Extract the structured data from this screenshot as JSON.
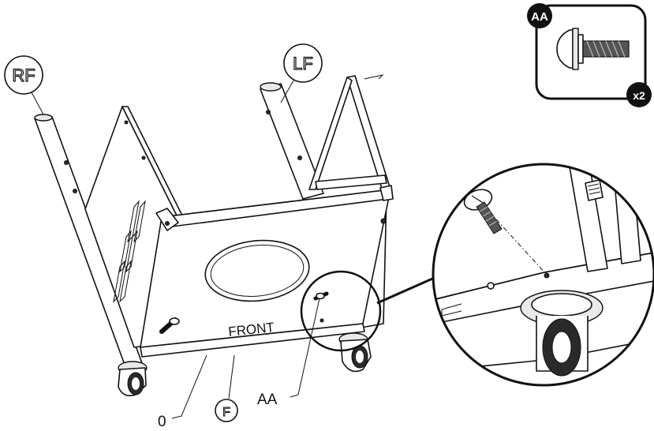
{
  "callouts": {
    "rf": "RF",
    "lf": "LF",
    "front": "FRONT",
    "aa": "AA",
    "zero": "0",
    "f": "F"
  },
  "hardware_box": {
    "badge": "AA",
    "quantity": "x2"
  },
  "colors": {
    "ink": "#111111",
    "badge_fill": "#111111",
    "badge_text": "#ffffff",
    "panel_fill": "#ffffff"
  }
}
